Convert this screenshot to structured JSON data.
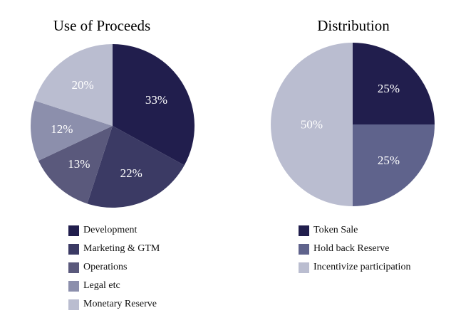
{
  "page": {
    "background": "#ffffff",
    "text_color": "#000000",
    "value_label_color": "#ffffff"
  },
  "chart_data": [
    {
      "type": "pie",
      "title": "Use of Proceeds",
      "labels": [
        "Development",
        "Marketing & GTM",
        "Operations",
        "Legal etc",
        "Monetary Reserve"
      ],
      "values": [
        33,
        22,
        13,
        12,
        20
      ],
      "value_labels": [
        "33%",
        "22%",
        "13%",
        "12%",
        "20%"
      ],
      "colors": [
        "#211e4d",
        "#3b3a64",
        "#5a597c",
        "#8c8fac",
        "#babdd0"
      ],
      "value_label_color": "#ffffff",
      "start_angle": "12-o-clock",
      "direction": "clockwise",
      "legend_position": "below"
    },
    {
      "type": "pie",
      "title": "Distribution",
      "labels": [
        "Token Sale",
        "Hold back Reserve",
        "Incentivize participation"
      ],
      "values": [
        25,
        25,
        50
      ],
      "value_labels": [
        "25%",
        "25%",
        "50%"
      ],
      "colors": [
        "#211e4d",
        "#5f638c",
        "#babdd0"
      ],
      "value_label_color": "#ffffff",
      "start_angle": "12-o-clock",
      "direction": "clockwise",
      "legend_position": "below"
    }
  ]
}
